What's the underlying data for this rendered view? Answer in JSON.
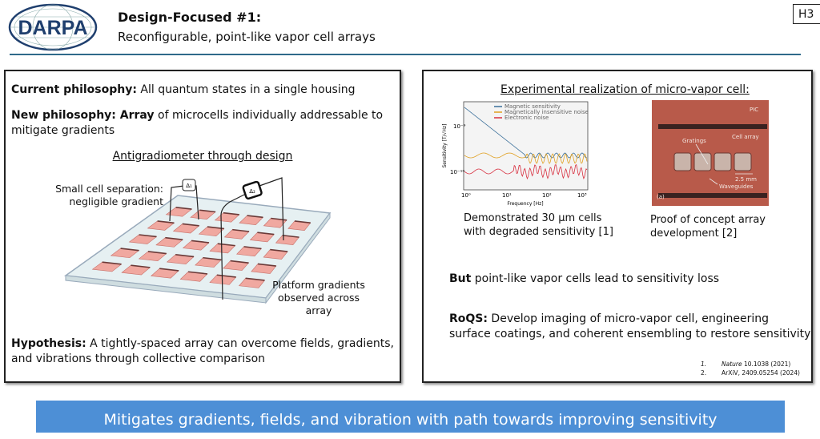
{
  "header": {
    "logo_text": "DARPA",
    "title": "Design-Focused #1:",
    "subtitle": "Reconfigurable, point-like vapor cell arrays",
    "corner_tag": "H3"
  },
  "left_panel": {
    "current_label": "Current philosophy:",
    "current_text": " All quantum states in a single housing",
    "new_label": "New philosophy:",
    "new_bold": " Array",
    "new_text": " of microcells individually addressable to",
    "new_text2": "mitigate gradients",
    "diagram_title": "Antigradiometer through design",
    "callout_small_1": "Small cell separation:",
    "callout_small_2": "negligible gradient",
    "callout_platform_1": "Platform gradients",
    "callout_platform_2": "observed across array",
    "delta_1": "Δ₁",
    "delta_2": "Δ₂",
    "hypothesis_label": "Hypothesis:",
    "hypothesis_text": " A tightly-spaced array can overcome fields, gradients,",
    "hypothesis_text2": "and vibrations through collective comparison"
  },
  "right_panel": {
    "title": "Experimental realization of micro-vapor cell:",
    "figure1": {
      "legend": [
        "Magnetic sensitivity",
        "Magnetically insensitive noise",
        "Electronic noise"
      ],
      "series_colors": [
        "#3a6f9a",
        "#e0a020",
        "#d83040"
      ],
      "ylabel": "Sensitivity [T/√Hz]",
      "xlabel": "Frequency [Hz]",
      "x_ticks": [
        "10⁰",
        "10¹",
        "10²",
        "10³"
      ],
      "y_ticks": [
        "10⁻⁹",
        "10⁻¹⁰"
      ],
      "caption_1": "Demonstrated 30 μm cells",
      "caption_2": "with degraded sensitivity [1]"
    },
    "figure2": {
      "labels": {
        "pic": "PIC",
        "cell_array": "Cell array",
        "gratings": "Gratings",
        "scale": "2.5 mm",
        "waveguides": "Waveguides",
        "panel": "(a)"
      },
      "caption_1": "Proof of concept array",
      "caption_2": "development [2]"
    },
    "but_label": "But",
    "but_text": " point-like vapor cells lead to sensitivity loss",
    "roqs_label": "RoQS:",
    "roqs_text": " Develop imaging of micro-vapor cell, engineering",
    "roqs_text2": "surface coatings, and coherent ensembling to restore sensitivity",
    "references": [
      {
        "num": "1.",
        "journal": "Nature",
        "rest": " 10.1038 (2021)"
      },
      {
        "num": "2.",
        "journal": "",
        "rest": "ArXiV, 2409.05254 (2024)"
      }
    ]
  },
  "banner": {
    "text": "Mitigates gradients, fields, and vibration with path towards improving sensitivity"
  }
}
